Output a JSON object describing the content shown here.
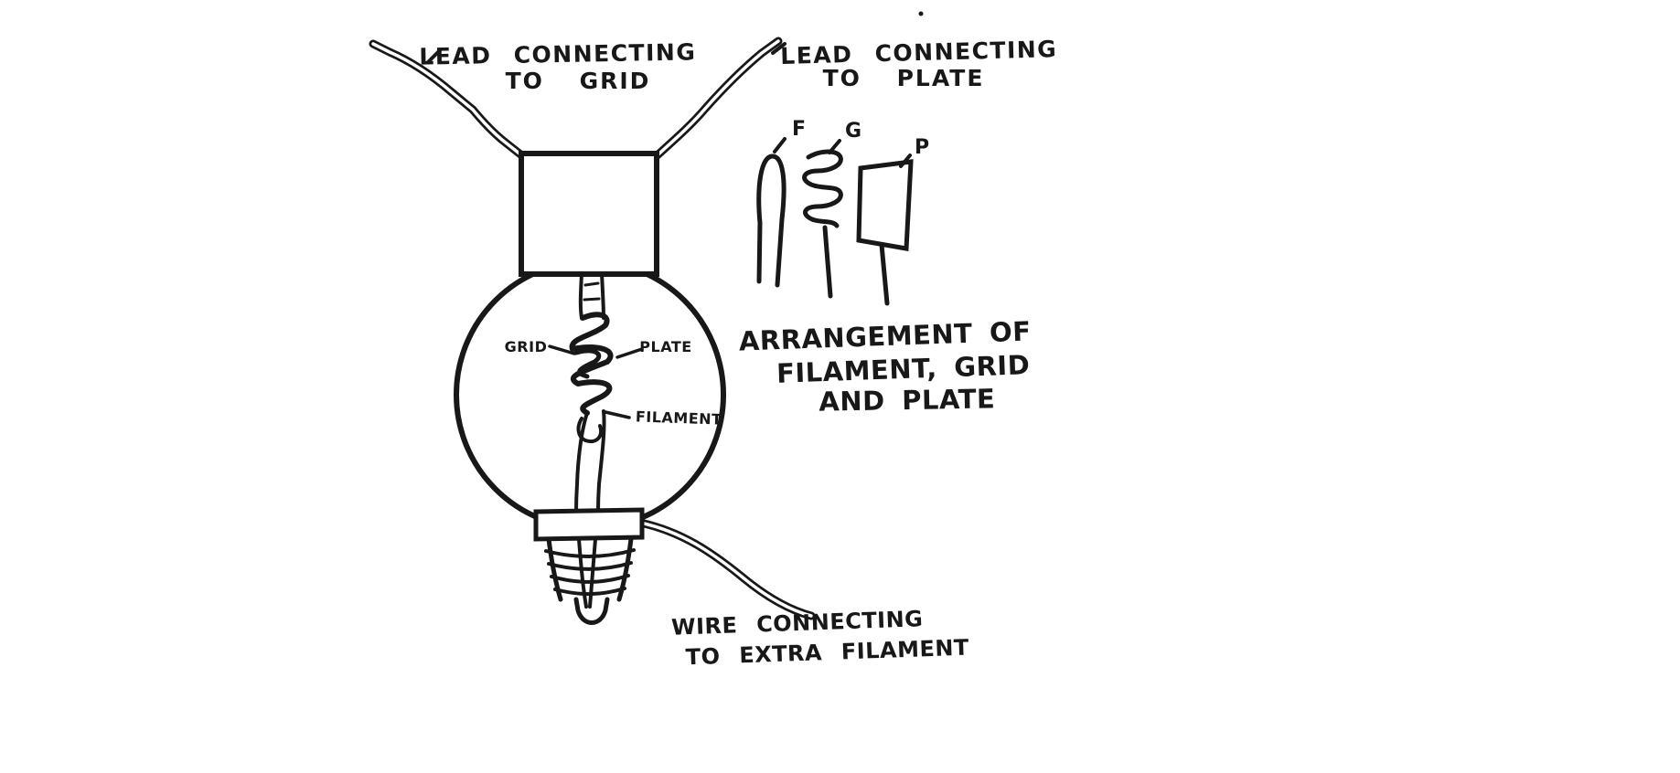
{
  "diagram": {
    "colors": {
      "ink": "#181818",
      "paper": "#ffffff"
    },
    "labels": {
      "lead_grid_1": "LEAD CONNECTING",
      "lead_grid_2": "TO GRID",
      "lead_plate_1": "LEAD CONNECTING",
      "lead_plate_2": "TO PLATE",
      "grid": "GRID",
      "plate": "PLATE",
      "filament": "FILAMENT",
      "element_f": "F",
      "element_g": "G",
      "element_p": "P",
      "arrangement_1": "ARRANGEMENT OF",
      "arrangement_2": "FILAMENT, GRID",
      "arrangement_3": "AND PLATE",
      "wire_1": "WIRE CONNECTING",
      "wire_2": "TO EXTRA FILAMENT"
    }
  }
}
